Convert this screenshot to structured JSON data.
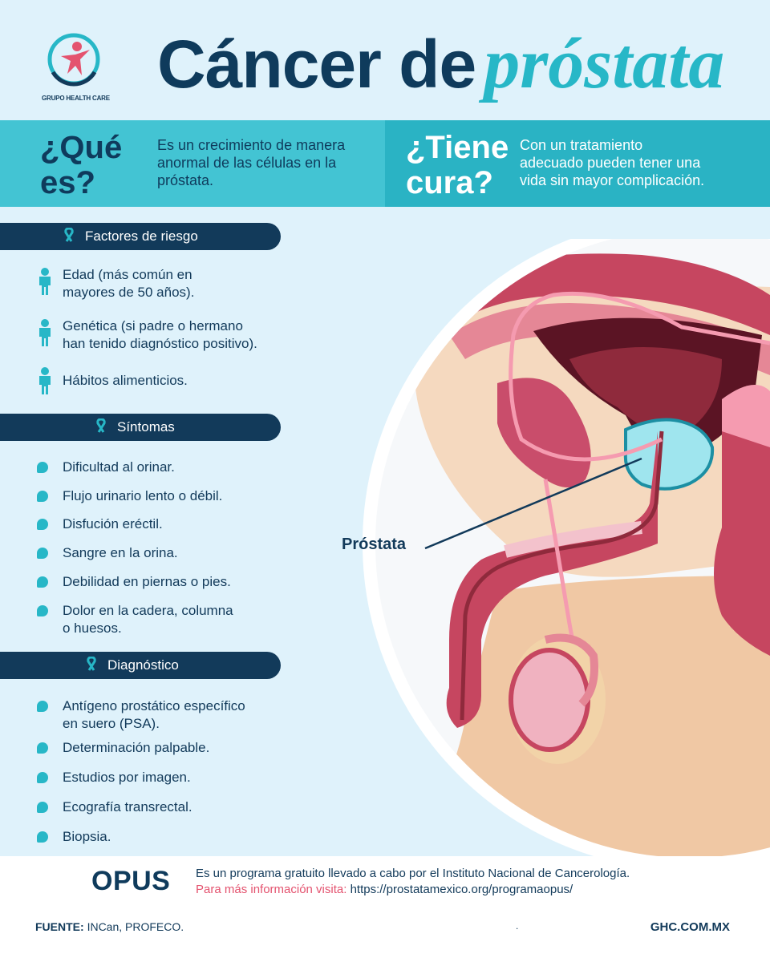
{
  "header": {
    "logo_text": "GRUPO HEALTH CARE",
    "title_part1": "Cáncer de",
    "title_part2": "próstata"
  },
  "band": {
    "que_es_q": "¿Qué es?",
    "que_es_line1": "¿Qué",
    "que_es_line2": "es?",
    "que_es_desc_l1": "Es un crecimiento de manera",
    "que_es_desc_l2": "anormal de las células en la",
    "que_es_desc_l3": "próstata.",
    "cura_line1": "¿Tiene",
    "cura_line2": "cura?",
    "cura_desc_l1": "Con un tratamiento",
    "cura_desc_l2": "adecuado pueden tener una",
    "cura_desc_l3": "vida sin mayor complicación."
  },
  "factores": {
    "title": "Factores de riesgo",
    "items": [
      {
        "l1": "Edad (más común en",
        "l2": "mayores de 50 años)."
      },
      {
        "l1": "Genética (si padre o hermano",
        "l2": "han tenido diagnóstico positivo)."
      },
      {
        "l1": "Hábitos alimenticios.",
        "l2": ""
      }
    ]
  },
  "sintomas": {
    "title": "Síntomas",
    "items": [
      {
        "l1": "Dificultad al orinar.",
        "l2": ""
      },
      {
        "l1": "Flujo urinario lento o débil.",
        "l2": ""
      },
      {
        "l1": "Disfución eréctil.",
        "l2": ""
      },
      {
        "l1": "Sangre en la orina.",
        "l2": ""
      },
      {
        "l1": "Debilidad en piernas o pies.",
        "l2": ""
      },
      {
        "l1": "Dolor en la cadera, columna",
        "l2": "o huesos."
      }
    ]
  },
  "diagnostico": {
    "title": "Diagnóstico",
    "items": [
      {
        "l1": "Antígeno prostático específico",
        "l2": "en suero (PSA)."
      },
      {
        "l1": "Determinación palpable.",
        "l2": ""
      },
      {
        "l1": "Estudios por imagen.",
        "l2": ""
      },
      {
        "l1": "Ecografía transrectal.",
        "l2": ""
      },
      {
        "l1": "Biopsia.",
        "l2": ""
      }
    ]
  },
  "illustration": {
    "label": "Próstata"
  },
  "footer": {
    "opus": "OPUS",
    "opus_line1": "Es un programa gratuito llevado a cabo por el Instituto Nacional de Cancerología.",
    "opus_line2_pink": "Para más información visita:",
    "opus_line2_url": "https://prostatamexico.org/programaopus/",
    "fuente_label": "FUENTE:",
    "fuente_value": "INCan, PROFECO.",
    "dot": ".",
    "site": "GHC.COM.MX"
  },
  "colors": {
    "navy": "#123a5a",
    "teal": "#27b7c7",
    "light_bg": "#dff2fb",
    "pink": "#e4536f"
  }
}
